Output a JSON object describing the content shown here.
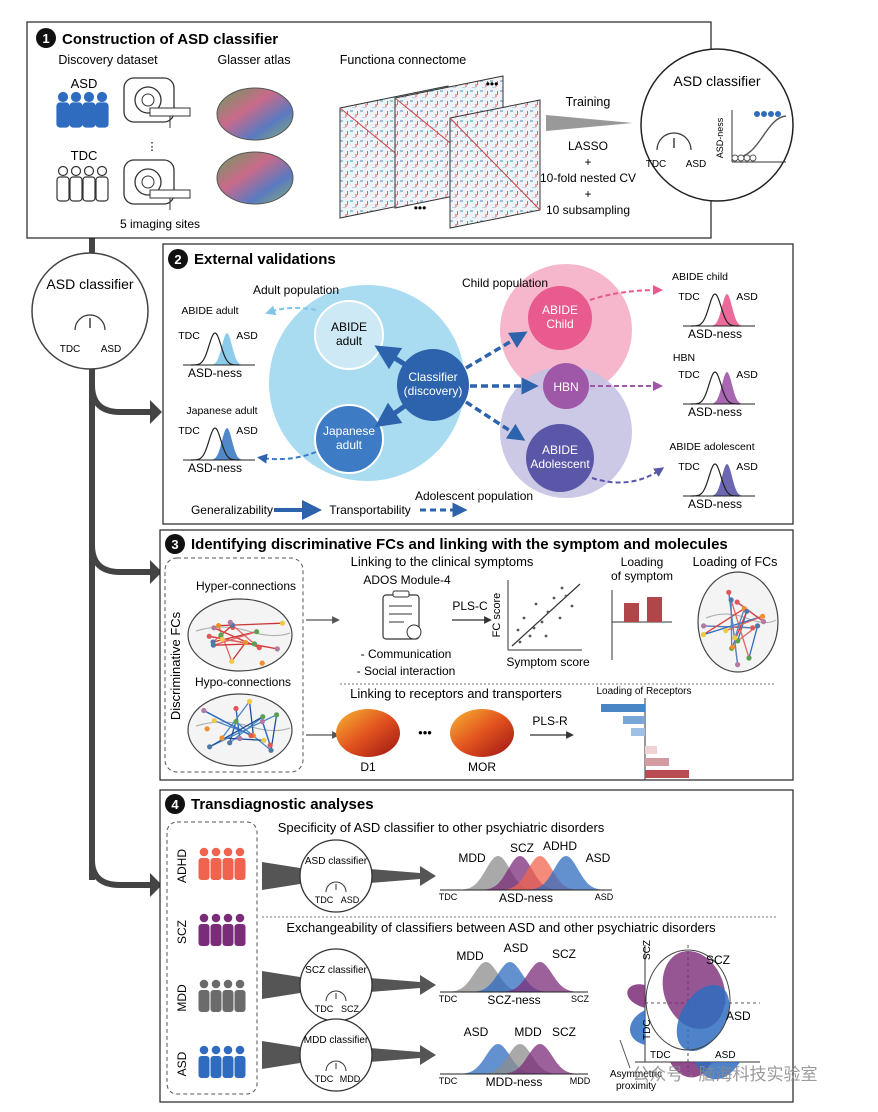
{
  "panel1": {
    "num": "1",
    "title": "Construction of ASD classifier",
    "discovery_label": "Discovery dataset",
    "asd": "ASD",
    "tdc": "TDC",
    "sites_label": "5 imaging sites",
    "atlas_label": "Glasser atlas",
    "connectome_label": "Functiona connectome",
    "dots": "•••",
    "training": "Training",
    "method_lines": [
      "LASSO",
      "+",
      "10-fold nested CV",
      "+",
      "10 subsampling"
    ],
    "classifier_title": "ASD classifier",
    "gauge_left": "TDC",
    "gauge_right": "ASD",
    "sigmoid_ylabel": "ASD-ness"
  },
  "side_classifier": {
    "title": "ASD classifier",
    "left": "TDC",
    "right": "ASD"
  },
  "panel2": {
    "num": "2",
    "title": "External validations",
    "adult_population": "Adult population",
    "child_population": "Child population",
    "adolescent_population": "Adolescent population",
    "abide_adult_label": "ABIDE adult",
    "japanese_adult_label": "Japanese adult",
    "abide_child_label": "ABIDE child",
    "hbn_label": "HBN",
    "abide_adolescent_label": "ABIDE adolescent",
    "tdc": "TDC",
    "asd": "ASD",
    "asdness": "ASD-ness",
    "nodes": {
      "abide_adult": [
        "ABIDE",
        "adult"
      ],
      "japanese_adult": [
        "Japanese",
        "adult"
      ],
      "classifier": [
        "Classifier",
        "(discovery)"
      ],
      "abide_child": [
        "ABIDE",
        "Child"
      ],
      "hbn": [
        "HBN"
      ],
      "abide_adolescent": [
        "ABIDE",
        "Adolescent"
      ]
    },
    "generalizability": "Generalizability",
    "transportability": "Transportability",
    "colors": {
      "adult_circle": "#a9dcf0",
      "child_circle": "#f6b6cb",
      "adol_circle": "#c5c3e3",
      "classifier": "#2d62ad",
      "child_fill": "#e95a8e",
      "hbn_fill": "#9f57a8",
      "adol_fill": "#5b57a8"
    }
  },
  "panel3": {
    "num": "3",
    "title": "Identifying discriminative FCs and linking with the symptom and molecules",
    "side_label": "Discriminative FCs",
    "hyper": "Hyper-connections",
    "hypo": "Hypo-connections",
    "clinical_title": "Linking to the clinical symptoms",
    "ados": "ADOS Module-4",
    "bullets": [
      "- Communication",
      "- Social interaction"
    ],
    "plsc": "PLS-C",
    "fc_score": "FC score",
    "symptom_score": "Symptom score",
    "loading_symptom": [
      "Loading",
      "of symptom"
    ],
    "loading_fcs": "Loading of FCs",
    "receptor_title": "Linking to receptors and transporters",
    "d1": "D1",
    "mor": "MOR",
    "dots": "•••",
    "plsr": "PLS-R",
    "loading_receptors": "Loading of Receptors"
  },
  "panel4": {
    "num": "4",
    "title": "Transdiagnostic analyses",
    "groups": [
      "ADHD",
      "SCZ",
      "MDD",
      "ASD"
    ],
    "group_colors": [
      "#f0644f",
      "#7b2c78",
      "#6b6b6b",
      "#2f6cc0"
    ],
    "spec_title": "Specificity of ASD classifier to other psychiatric disorders",
    "exch_title": "Exchangeability of classifiers between ASD and other psychiatric disorders",
    "asd_classifier": "ASD classifier",
    "scz_classifier": "SCZ classifier",
    "mdd_classifier": "MDD classifier",
    "tdc": "TDC",
    "asd": "ASD",
    "scz": "SCZ",
    "mdd": "MDD",
    "adhd": "ADHD",
    "asdness": "ASD-ness",
    "sczness": "SCZ-ness",
    "mddness": "MDD-ness",
    "asym": [
      "Asymmetric",
      "proximity"
    ],
    "scatter_scz": "SCZ",
    "scatter_asd": "ASD"
  },
  "watermark": "公众号 · 脑海科技实验室"
}
